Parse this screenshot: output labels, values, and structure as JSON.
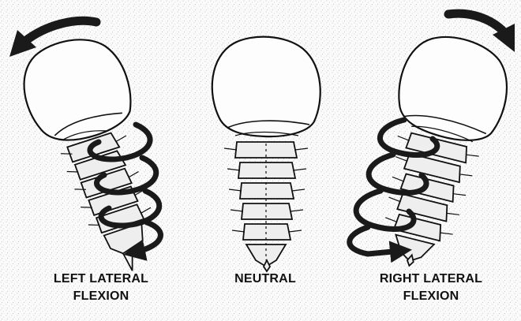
{
  "captions": {
    "left": {
      "line1": "LEFT LATERAL",
      "line2": "FLEXION"
    },
    "middle": {
      "line1": "NEUTRAL",
      "line2": ""
    },
    "right": {
      "line1": "RIGHT LATERAL",
      "line2": "FLEXION"
    }
  },
  "colors": {
    "ink": "#111111",
    "paper": "#fbfbfb",
    "speckle": "#b8b8b8",
    "arrow": "#1a1a1a"
  },
  "icons": {
    "left_top_arrow": "counterclockwise-arc-arrow-icon",
    "right_top_arrow": "clockwise-arc-arrow-icon",
    "left_spiral": "spiral-arrow-icon",
    "right_spiral": "spiral-arrow-icon"
  }
}
